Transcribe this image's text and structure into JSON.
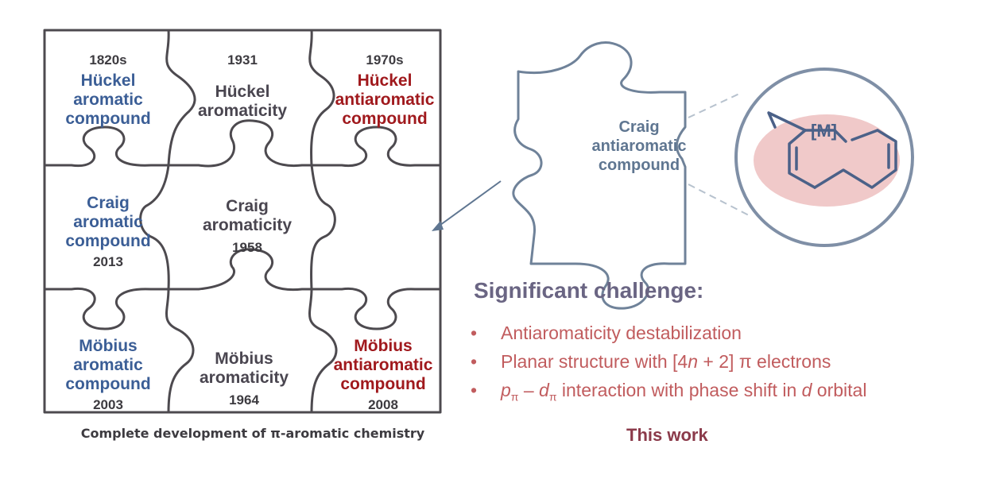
{
  "puzzle": {
    "pieces": [
      {
        "id": "huckel-aromatic-compound",
        "year": "1820s",
        "label": [
          "Hückel",
          "aromatic",
          "compound"
        ],
        "color": "#3b5e96"
      },
      {
        "id": "huckel-aromaticity",
        "year": "1931",
        "label": [
          "Hückel",
          "aromaticity"
        ],
        "color": "#4a4650"
      },
      {
        "id": "huckel-antiaromatic-compound",
        "year": "1970s",
        "label": [
          "Hückel",
          "antiaromatic",
          "compound"
        ],
        "color": "#a0191d"
      },
      {
        "id": "craig-aromatic-compound",
        "year": "2013",
        "label": [
          "Craig",
          "aromatic",
          "compound"
        ],
        "color": "#3b5e96"
      },
      {
        "id": "craig-aromaticity",
        "year": "1958",
        "label": [
          "Craig",
          "aromaticity"
        ],
        "color": "#4a4650"
      },
      {
        "id": "mobius-aromatic-compound",
        "year": "2003",
        "label": [
          "Möbius",
          "aromatic",
          "compound"
        ],
        "color": "#3b5e96"
      },
      {
        "id": "mobius-aromaticity",
        "year": "1964",
        "label": [
          "Möbius",
          "aromaticity"
        ],
        "color": "#4a4650"
      },
      {
        "id": "mobius-antiaromatic-compound",
        "year": "2008",
        "label": [
          "Möbius",
          "antiaromatic",
          "compound"
        ],
        "color": "#a0191d"
      }
    ],
    "caption": "Complete development of π-aromatic chemistry"
  },
  "missing_piece": {
    "label": [
      "Craig",
      "antiaromatic",
      "compound"
    ],
    "metal_label": "[M]"
  },
  "challenge": {
    "title": "Significant challenge:",
    "bullet": "•",
    "item1": "Antiaromaticity destabilization",
    "item2": {
      "pre": "Planar structure with [4",
      "n": "n",
      "post": " + 2] π electrons"
    },
    "item3": {
      "p": "p",
      "pi1": "π",
      "dash": " – ",
      "d": "d",
      "pi2": "π",
      "mid": " interaction with phase shift in ",
      "d2": "d",
      "end": " orbital"
    }
  },
  "this_work": "This work"
}
